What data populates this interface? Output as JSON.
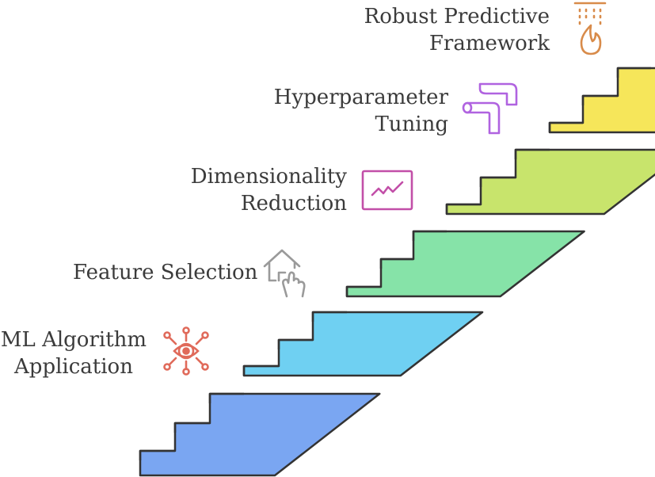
{
  "steps": [
    {
      "label_lines": [
        "ML Algorithm",
        "Application"
      ],
      "icon": "neural-eye-icon",
      "icon_color": "#e06a5a",
      "fill": "#7aa6f2"
    },
    {
      "label_lines": [
        "Feature Selection"
      ],
      "icon": "house-hand-icon",
      "icon_color": "#9a9a9a",
      "fill": "#6fd0f2"
    },
    {
      "label_lines": [
        "Dimensionality",
        "Reduction"
      ],
      "icon": "chart-window-icon",
      "icon_color": "#c24fa8",
      "fill": "#86e3a8"
    },
    {
      "label_lines": [
        "Hyperparameter",
        "Tuning"
      ],
      "icon": "pipe-flow-icon",
      "icon_color": "#b063e0",
      "fill": "#c8e46c"
    },
    {
      "label_lines": [
        "Robust Predictive",
        "Framework"
      ],
      "icon": "fire-sprinkler-icon",
      "icon_color": "#d88b4a",
      "fill": "#f6e65a"
    }
  ],
  "outline_color": "#333333"
}
